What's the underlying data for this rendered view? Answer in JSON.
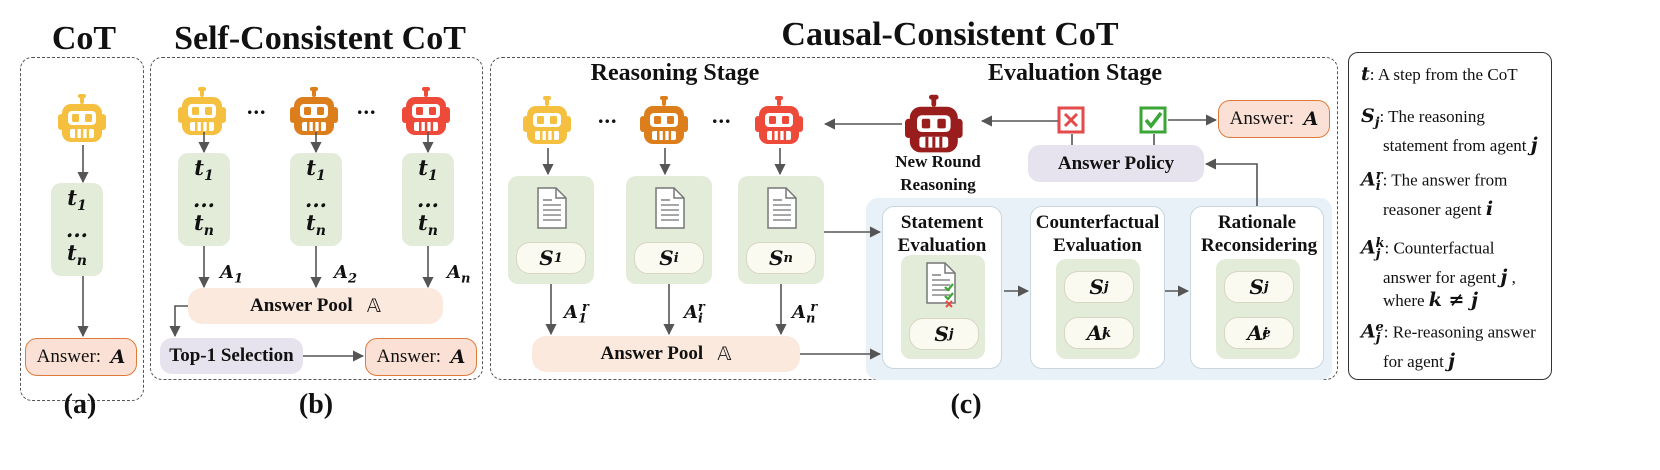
{
  "panels": {
    "a": {
      "title": "CoT",
      "label": "(a)"
    },
    "b": {
      "title": "Self-Consistent CoT",
      "label": "(b)"
    },
    "c": {
      "title": "Causal-Consistent CoT",
      "label": "(c)",
      "reasoning_stage": "Reasoning Stage",
      "evaluation_stage": "Evaluation Stage"
    }
  },
  "steps": {
    "first": "t",
    "first_sub": "1",
    "dots": "...",
    "last": "t",
    "last_sub": "n"
  },
  "dots": "...",
  "answer_pool": {
    "label": "Answer Pool",
    "symbol": "𝔸"
  },
  "answer_box": {
    "label": "Answer:",
    "symbol": "A"
  },
  "top1_selection": "Top-1 Selection",
  "arrow_labels_b": [
    {
      "sym": "A",
      "sub": "1"
    },
    {
      "sym": "A",
      "sub": "2"
    },
    {
      "sym": "A",
      "sub": "n"
    }
  ],
  "statements": [
    {
      "sym": "S",
      "sub": "1"
    },
    {
      "sym": "S",
      "sub": "i"
    },
    {
      "sym": "S",
      "sub": "n"
    }
  ],
  "arrow_labels_c": [
    {
      "sym": "A",
      "sub": "1",
      "sup": "r"
    },
    {
      "sym": "A",
      "sub": "i",
      "sup": "r"
    },
    {
      "sym": "A",
      "sub": "n",
      "sup": "r"
    }
  ],
  "new_round": "New Round Reasoning",
  "answer_policy": "Answer Policy",
  "eval_boxes": {
    "statement": {
      "title": "Statement Evaluation",
      "pill": {
        "sym": "S",
        "sub": "j"
      }
    },
    "counterfactual": {
      "title": "Counterfactual Evaluation",
      "pills": [
        {
          "sym": "S",
          "sub": "j",
          "sup": ""
        },
        {
          "sym": "A",
          "sub": "j",
          "sup": "k"
        }
      ]
    },
    "rationale": {
      "title": "Rationale Reconsidering",
      "pills": [
        {
          "sym": "S",
          "sub": "j",
          "sup": ""
        },
        {
          "sym": "A",
          "sub": "j",
          "sup": "e"
        }
      ]
    }
  },
  "legend": [
    {
      "sym": "t",
      "sub": "",
      "sup": "",
      "text": ": A step from the CoT"
    },
    {
      "sym": "S",
      "sub": "j",
      "sup": "",
      "text": ": The reasoning statement from agent",
      "tail": "j"
    },
    {
      "sym": "A",
      "sub": "i",
      "sup": "r",
      "text": ": The answer from reasoner agent",
      "tail": "i"
    },
    {
      "sym": "A",
      "sub": "j",
      "sup": "k",
      "text": ": Counterfactual answer for agent",
      "tail": "j",
      "extra": ", where",
      "cond": "k ≠ j"
    },
    {
      "sym": "A",
      "sub": "j",
      "sup": "e",
      "text": ": Re-reasoning answer for agent",
      "tail": "j"
    }
  ],
  "colors": {
    "robot_yellow": "#f5c040",
    "robot_orange": "#dd7e1c",
    "robot_red": "#ee4a3a",
    "robot_darkred": "#991d1d",
    "step_green": "#e2ecd8",
    "pool_peach": "#fbe9dd",
    "answer_border": "#e07a3a",
    "eval_blue": "#e8f1f7",
    "cross_red": "#e34a4a",
    "check_green": "#3aa635"
  },
  "icons": [
    "robot-icon",
    "document-icon",
    "checklist-icon",
    "cross-box-icon",
    "check-box-icon"
  ]
}
